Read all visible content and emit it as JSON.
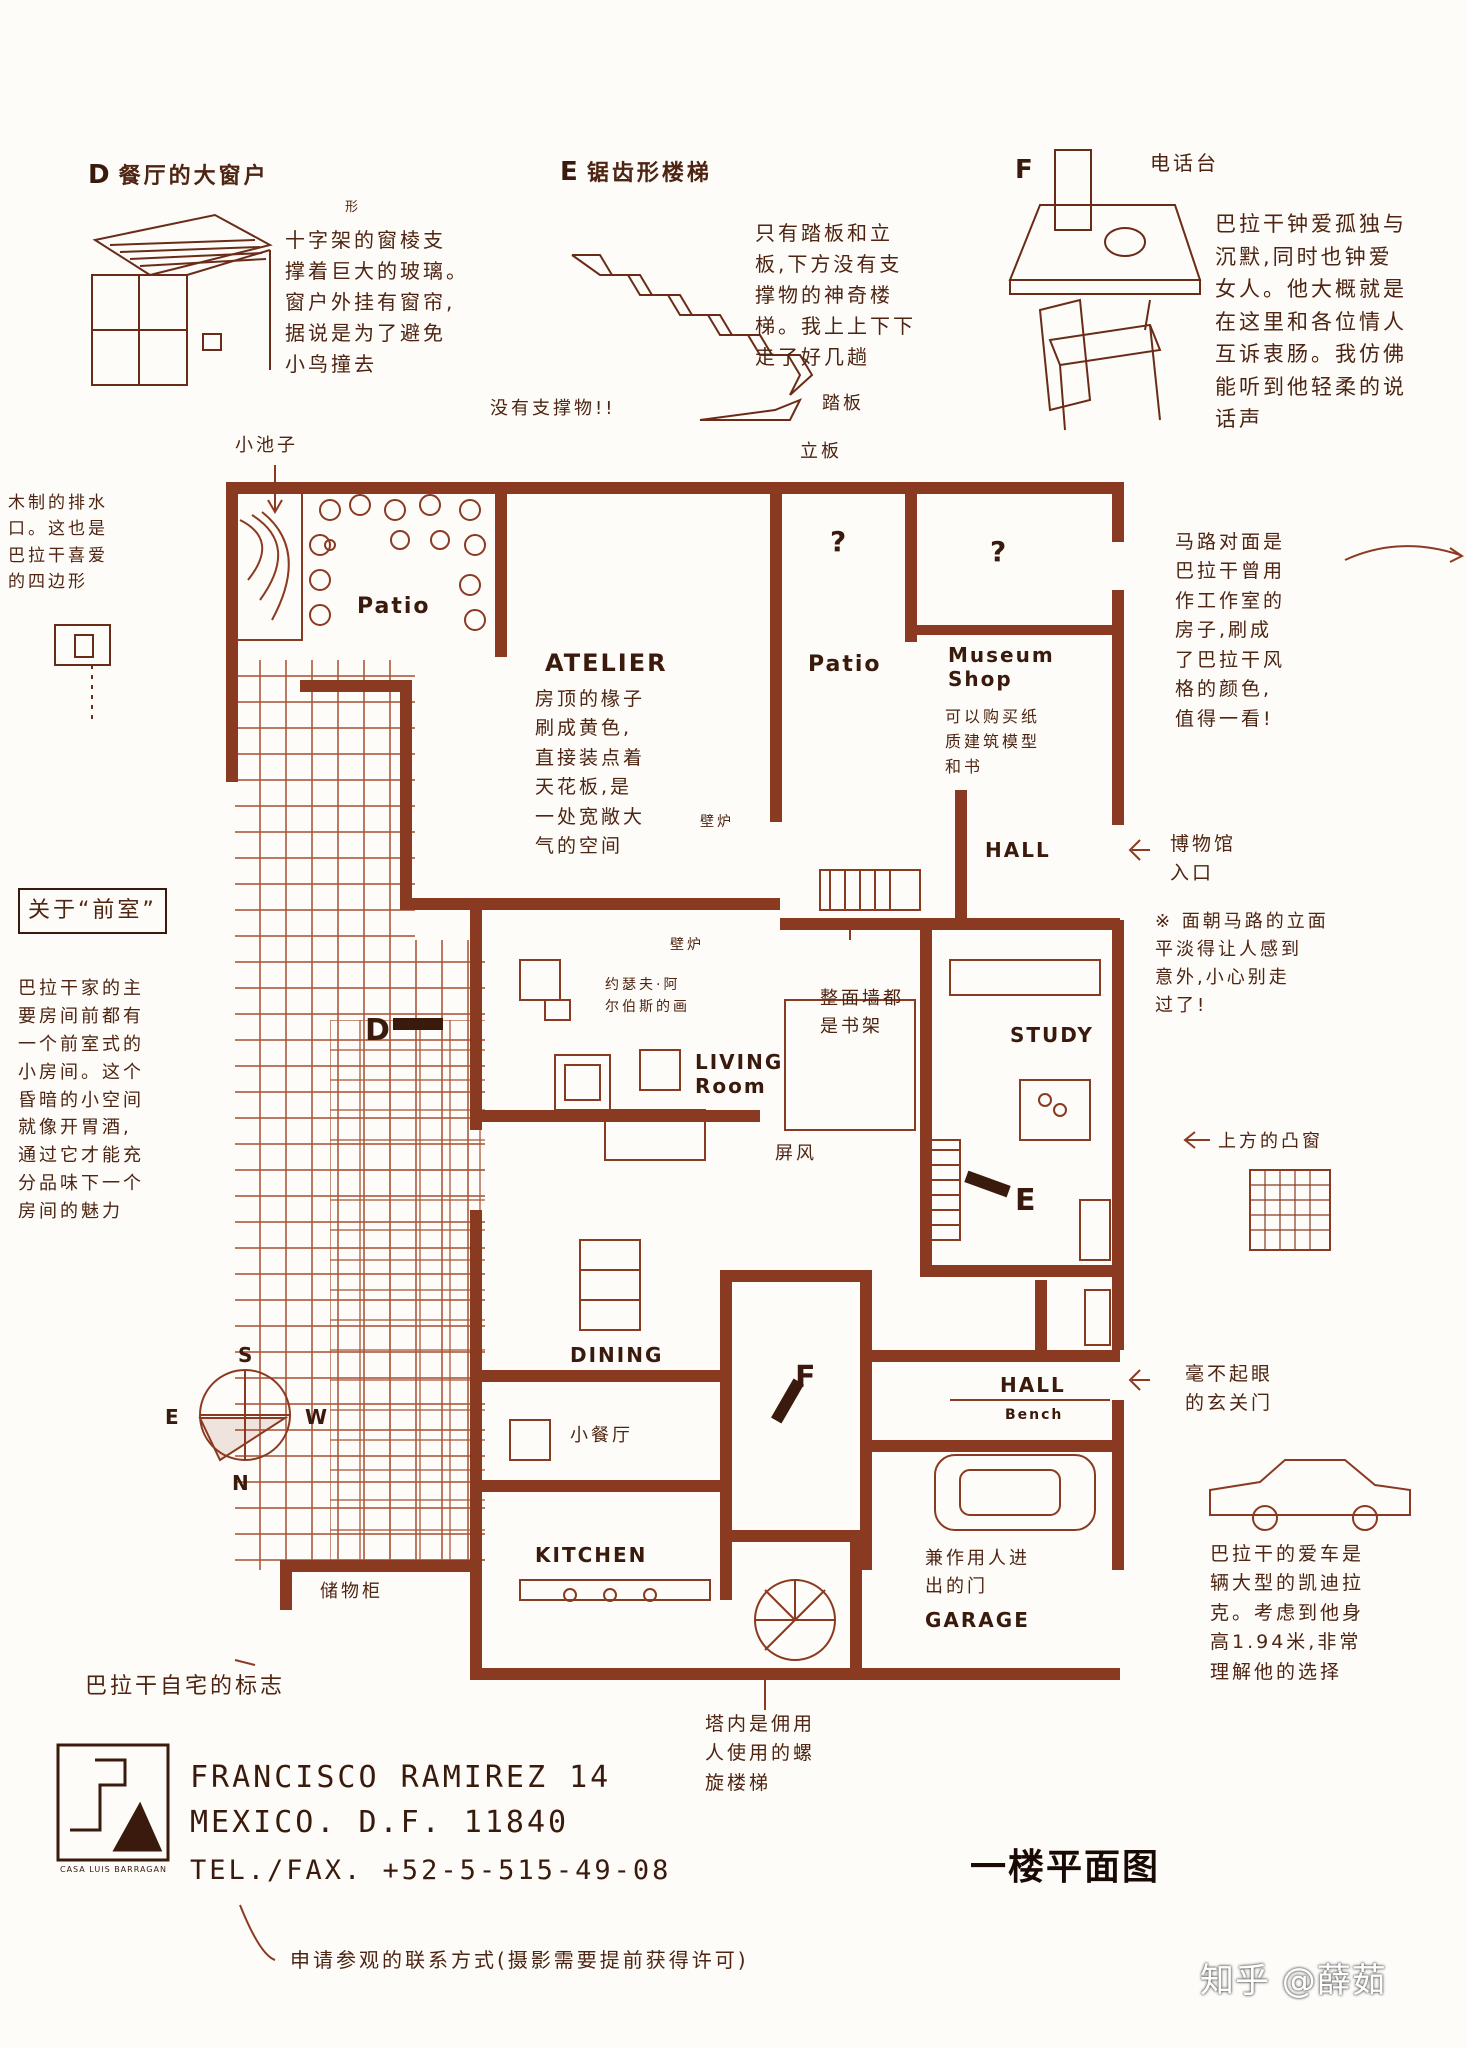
{
  "sections": {
    "d": {
      "letter": "D",
      "title": "餐厅的大窗户",
      "note": "十字架的窗棱支\n撑着巨大的玻璃。\n窗户外挂有窗帘,\n据说是为了避免\n小鸟撞去",
      "note_mark": "形"
    },
    "e": {
      "letter": "E",
      "title": "锯齿形楼梯",
      "note": "只有踏板和立\n板,下方没有支\n撑物的神奇楼\n梯。我上上下下\n走了好几趟",
      "no_support": "没有支撑物!!",
      "tread": "踏板",
      "riser": "立板"
    },
    "f": {
      "letter": "F",
      "title": "电话台",
      "note": "巴拉干钟爱孤独与\n沉默,同时也钟爱\n女人。他大概就是\n在这里和各位情人\n互诉衷肠。我仿佛\n能听到他轻柔的说\n话声"
    }
  },
  "side_notes": {
    "small_pond": "小池子",
    "drain": "木制的排水\n口。这也是\n巴拉干喜爱\n的四边形",
    "antechamber_title": "关于“前室”",
    "antechamber": "巴拉干家的主\n要房间前都有\n一个前室式的\n小房间。这个\n昏暗的小空间\n就像开胃酒,\n通过它才能充\n分品味下一个\n房间的魅力",
    "studio_across": "马路对面是\n巴拉干曾用\n作工作室的\n房子,刷成\n了巴拉干风\n格的颜色,\n值得一看!",
    "museum_entry": "博物馆\n入口",
    "facade_note": "※ 面朝马路的立面\n平淡得让人感到\n意外,小心别走\n过了!",
    "upper_window": "上方的凸窗",
    "front_door": "毫不起眼\n的玄关门",
    "car_note": "巴拉干的爱车是\n辆大型的凯迪拉\n克。考虑到他身\n高1.94米,非常\n理解他的选择",
    "spiral_note": "塔内是佣用\n人使用的螺\n旋楼梯"
  },
  "rooms": {
    "patio_left": "Patio",
    "atelier": "ATELIER",
    "atelier_note": "房顶的椽子\n刷成黄色,\n直接装点着\n天花板,是\n一处宽敞大\n气的空间",
    "q1": "?",
    "q2": "?",
    "patio_mid": "Patio",
    "museum_shop": "Museum\nShop",
    "museum_note": "可以购买纸\n质建筑模型\n和书",
    "hall_top": "HALL",
    "fireplace1": "壁炉",
    "fireplace2": "壁炉",
    "living": "LIVING\nRoom",
    "albers": "约瑟夫·阿\n尔伯斯的画",
    "bookshelf": "整面墙都\n是书架",
    "screen": "屏风",
    "study": "STUDY",
    "dining": "DINING",
    "small_dining": "小餐厅",
    "hall_bottom": "HALL",
    "bench": "Bench",
    "kitchen": "KITCHEN",
    "storage": "储物柜",
    "servant_door": "兼作用人进\n出的门",
    "garage": "GARAGE",
    "marker_d": "D",
    "marker_e": "E",
    "marker_f": "F"
  },
  "compass": {
    "s": "S",
    "e": "E",
    "w": "W",
    "n": "N"
  },
  "logo_caption": "巴拉干自宅的标志",
  "logo_text": "CASA LUIS BARRAGAN",
  "address": {
    "line1": "FRANCISCO RAMIREZ 14",
    "line2": "MEXICO. D.F. 11840",
    "line3": "TEL./FAX. +52-5-515-49-08"
  },
  "contact_note": "申请参观的联系方式(摄影需要提前获得许可)",
  "page_title": "一楼平面图",
  "watermark": "知乎 @薛茹",
  "colors": {
    "ink": "#8b3a22",
    "text": "#3a1a0c",
    "paper": "#fdfcf8"
  }
}
